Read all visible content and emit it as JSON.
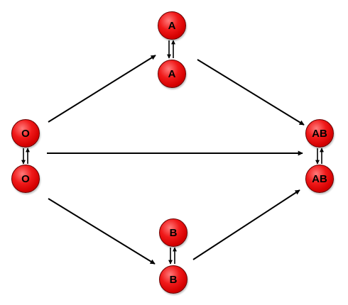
{
  "diagram": {
    "nodes": {
      "a_top": "A",
      "a_bottom": "A",
      "o_top": "O",
      "o_bottom": "O",
      "b_top": "B",
      "b_bottom": "B",
      "ab_top": "AB",
      "ab_bottom": "AB"
    },
    "node_color": "#e01010",
    "edge_color": "#000000",
    "edges": [
      {
        "from": "o_top",
        "to": "a_bottom",
        "type": "arrow"
      },
      {
        "from": "a_bottom",
        "to": "ab_top",
        "type": "arrow"
      },
      {
        "from": "o",
        "to": "ab",
        "type": "arrow"
      },
      {
        "from": "o_bottom",
        "to": "b_bottom",
        "type": "arrow"
      },
      {
        "from": "b_bottom",
        "to": "ab_bottom",
        "type": "arrow"
      },
      {
        "from": "a_top",
        "to": "a_bottom",
        "type": "bidirectional"
      },
      {
        "from": "o_top",
        "to": "o_bottom",
        "type": "bidirectional"
      },
      {
        "from": "b_top",
        "to": "b_bottom",
        "type": "bidirectional"
      },
      {
        "from": "ab_top",
        "to": "ab_bottom",
        "type": "bidirectional"
      }
    ]
  }
}
